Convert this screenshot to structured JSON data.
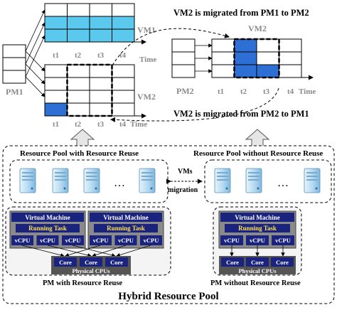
{
  "top_left": {
    "pm_label": "PM1",
    "vm_upper_label": "VM1",
    "vm_lower_label": "VM2",
    "time_ticks": [
      "t1",
      "t2",
      "t3",
      "t4"
    ],
    "time_label": "Time"
  },
  "top_right": {
    "heading_top": "VM2 is migrated from PM1 to PM2",
    "heading_bottom": "VM2 is migrated from PM2 to PM1",
    "vm_label": "VM2",
    "pm_label": "PM2",
    "time_ticks": [
      "t1",
      "t2",
      "t3",
      "t4"
    ],
    "time_label": "Time"
  },
  "hybrid": {
    "title": "Hybrid Resource Pool",
    "left_pool_title": "Resource Pool with Resource Reuse",
    "right_pool_title": "Resource Pool without Resource Reuse",
    "migration_label_1": "VMs",
    "migration_label_2": "migration",
    "ellipsis": "…",
    "left_pm_caption": "PM with Resource Reuse",
    "right_pm_caption": "PM without Resource Reuse",
    "vm_title": "Virtual Machine",
    "task_label": "Running Task",
    "vcpu_label": "vCPU",
    "core_label": "Core",
    "physical_label": "Physical CPUs"
  },
  "colors": {
    "light_blue": "#5bc8ee",
    "dark_blue": "#2e6fd6",
    "navy": "#1a237e",
    "gold": "#ffe14d",
    "vm_gray": "#8a8a8a",
    "cpu_gray": "#555555"
  }
}
